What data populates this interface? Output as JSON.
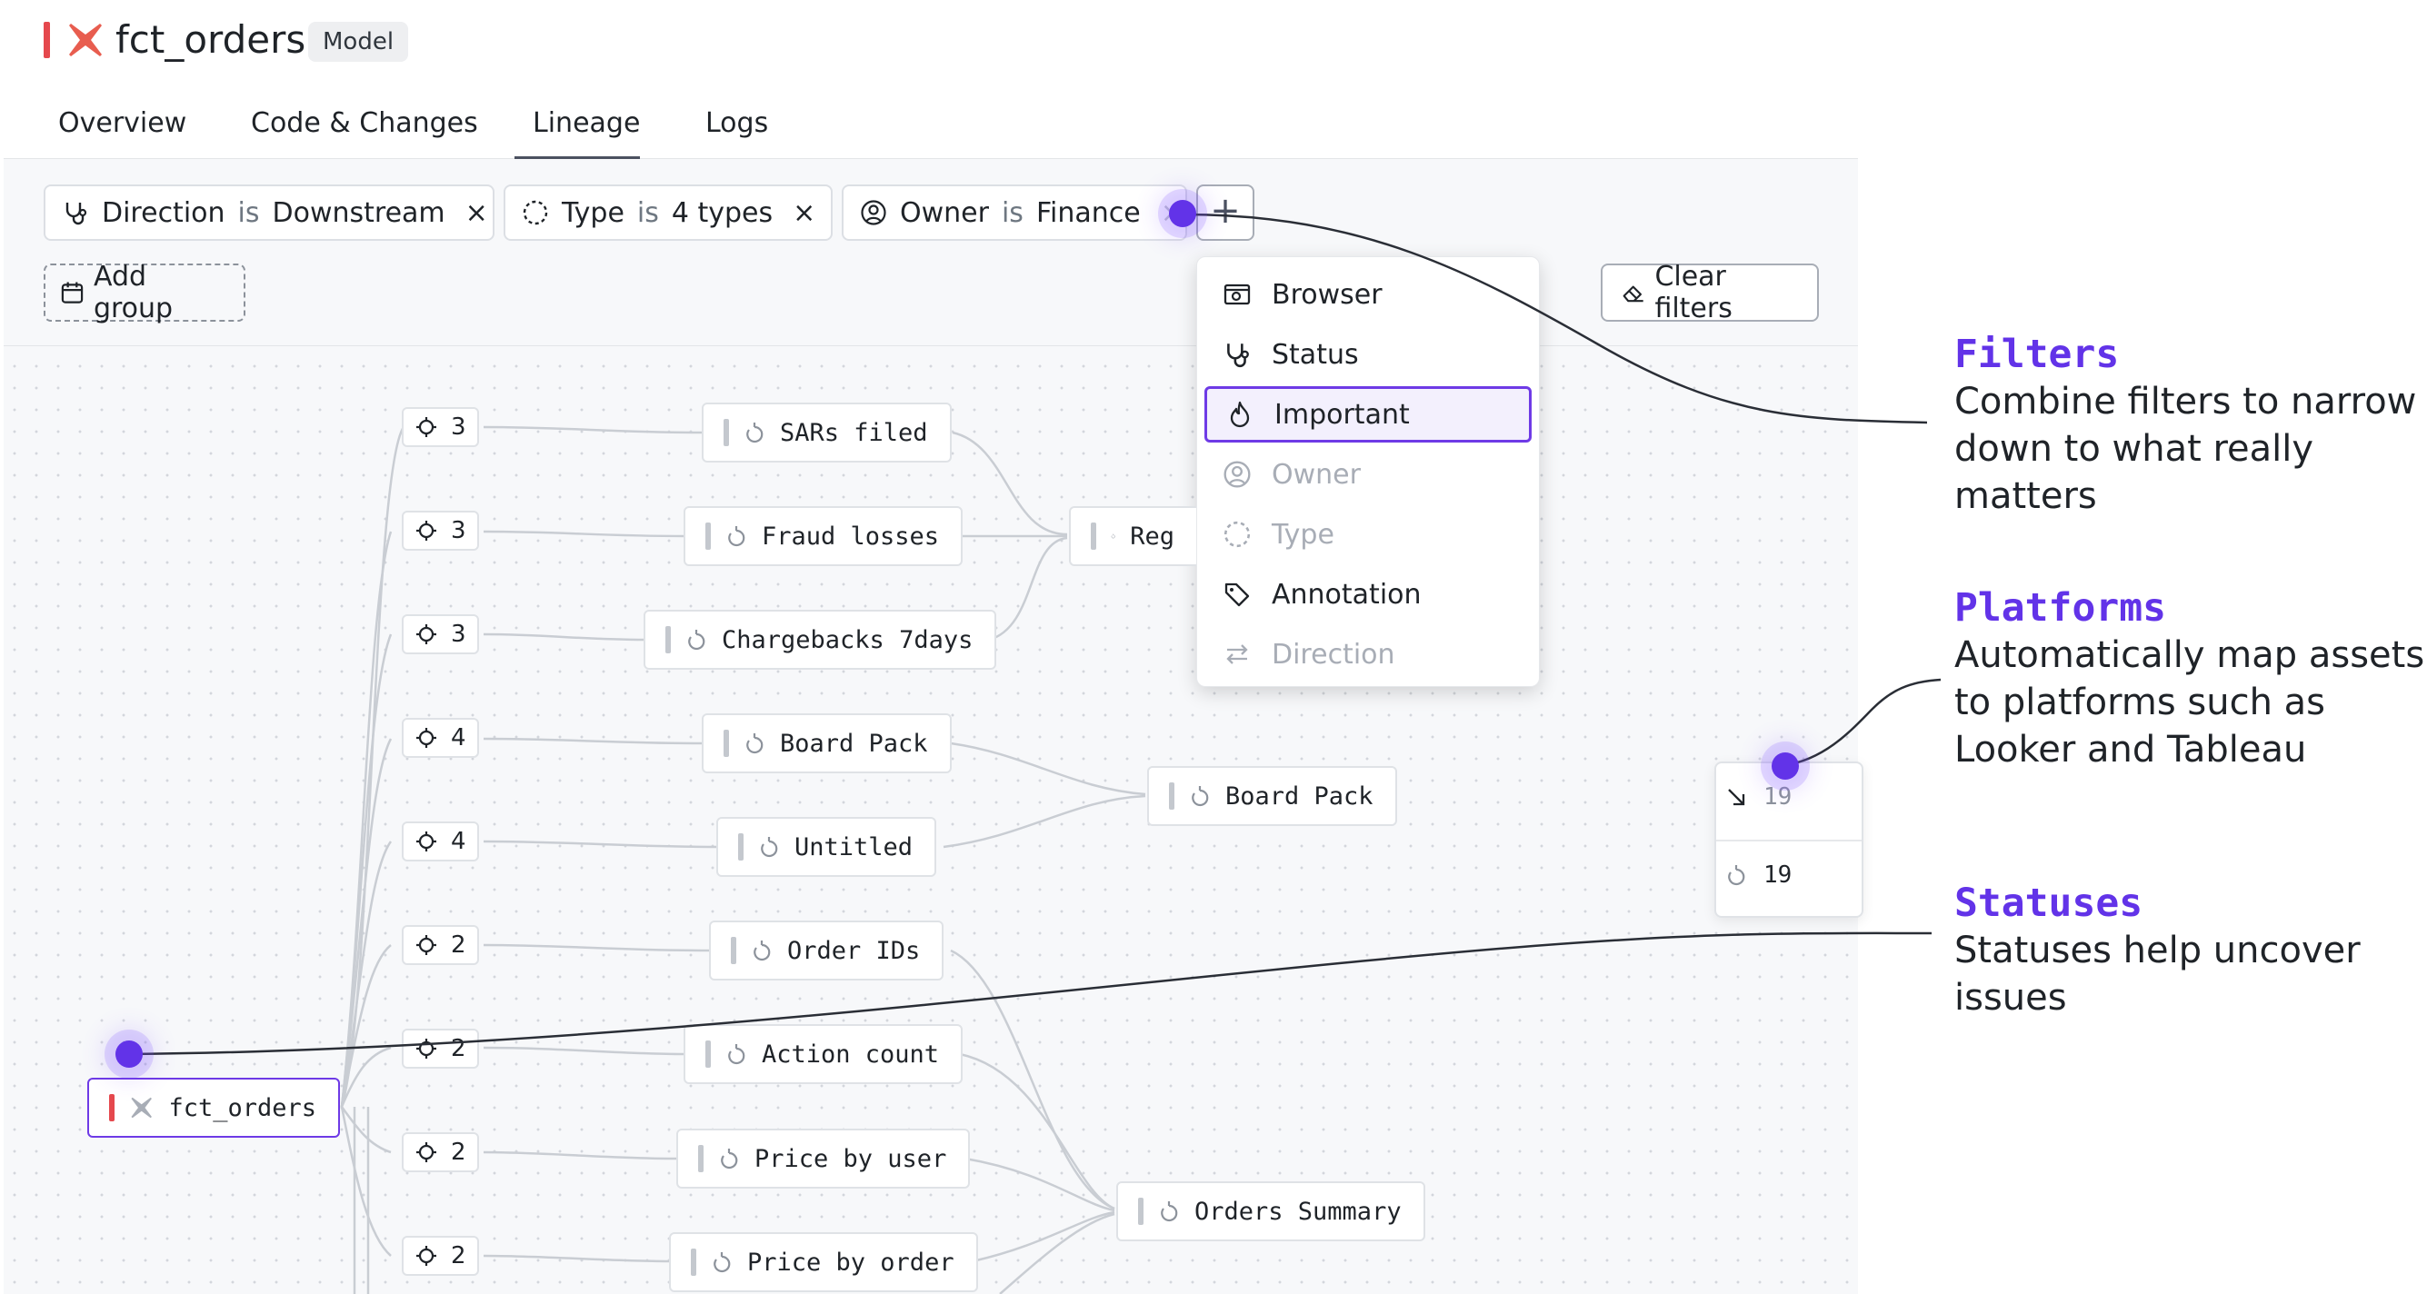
{
  "header": {
    "title": "fct_orders",
    "badge": "Model"
  },
  "tabs": [
    {
      "label": "Overview"
    },
    {
      "label": "Code & Changes"
    },
    {
      "label": "Lineage"
    },
    {
      "label": "Logs"
    }
  ],
  "active_tab": "Lineage",
  "filters": [
    {
      "field": "Direction",
      "op": "is",
      "value": "Downstream"
    },
    {
      "field": "Type",
      "op": "is",
      "value": "4 types"
    },
    {
      "field": "Owner",
      "op": "is",
      "value": "Finance"
    }
  ],
  "add_filter_glyph": "+",
  "close_glyph": "×",
  "add_group_label": "Add group",
  "clear_filters_label": "Clear filters",
  "menu": [
    {
      "label": "Browser",
      "icon": "browser-icon",
      "state": "enabled"
    },
    {
      "label": "Status",
      "icon": "stethoscope-icon",
      "state": "enabled"
    },
    {
      "label": "Important",
      "icon": "flame-icon",
      "state": "selected"
    },
    {
      "label": "Owner",
      "icon": "user-circle-icon",
      "state": "disabled"
    },
    {
      "label": "Type",
      "icon": "dashed-circle-icon",
      "state": "disabled"
    },
    {
      "label": "Annotation",
      "icon": "tag-icon",
      "state": "enabled"
    },
    {
      "label": "Direction",
      "icon": "arrows-icon",
      "state": "disabled"
    }
  ],
  "lineage": {
    "root": "fct_orders",
    "counts": [
      "3",
      "3",
      "3",
      "4",
      "4",
      "2",
      "2",
      "2",
      "2"
    ],
    "charts": [
      "SARs filed",
      "Fraud losses",
      "Chargebacks 7days",
      "Board Pack",
      "Untitled",
      "Order IDs",
      "Action count",
      "Price by user",
      "Price by order"
    ],
    "dashboards": [
      "Reg",
      "Board Pack",
      "Orders Summary"
    ]
  },
  "platform_card": {
    "downstream_count": "19",
    "tableau_count": "19"
  },
  "annotations": [
    {
      "title": "Filters",
      "text": "Combine filters to narrow down to what really matters"
    },
    {
      "title": "Platforms",
      "text": "Automatically map assets to platforms such as Looker and Tableau"
    },
    {
      "title": "Statuses",
      "text": "Statuses help uncover issues"
    }
  ],
  "colors": {
    "accent": "#6233e8",
    "brand_red": "#e5484d",
    "canvas": "#f7f8fa"
  }
}
